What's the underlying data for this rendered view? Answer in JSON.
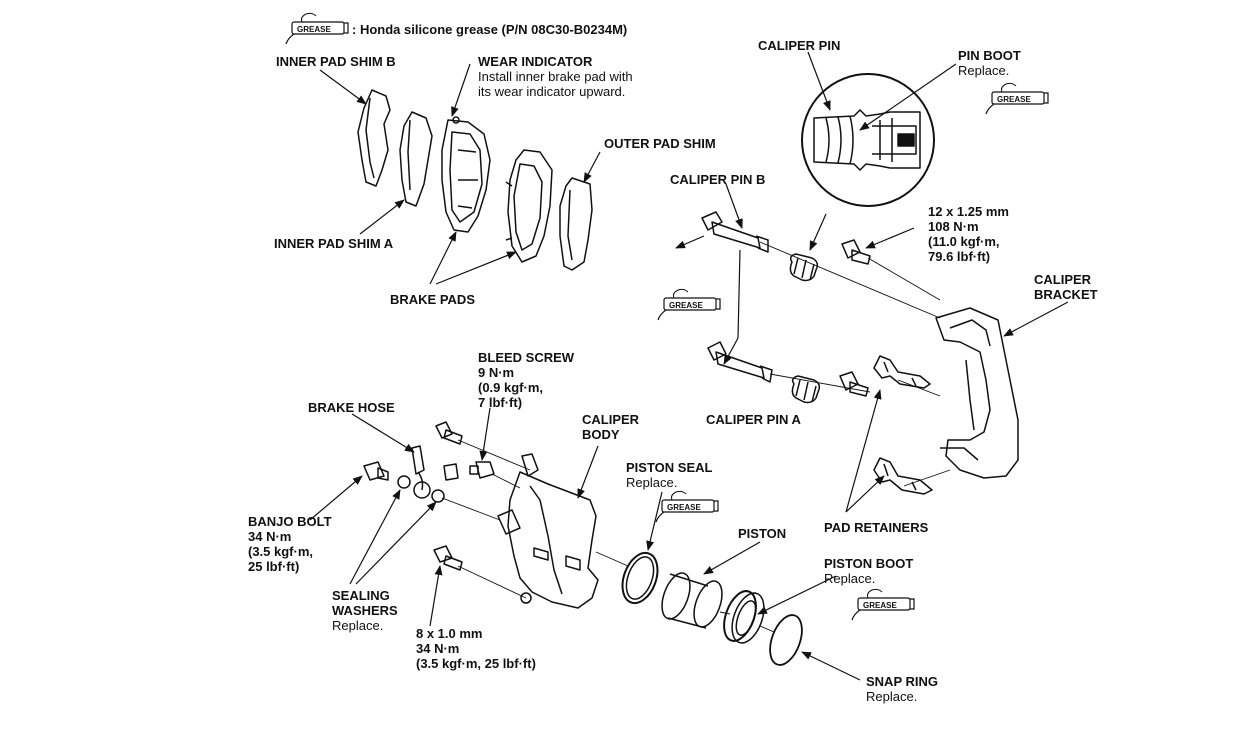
{
  "legend": {
    "grease_tag": "GREASE",
    "text": ": Honda silicone grease (P/N 08C30-B0234M)"
  },
  "labels": {
    "inner_pad_shim_b": {
      "name": "INNER PAD SHIM B"
    },
    "wear_indicator": {
      "name": "WEAR INDICATOR",
      "note1": "Install inner brake pad with",
      "note2": "its wear indicator upward."
    },
    "outer_pad_shim": {
      "name": "OUTER PAD SHIM"
    },
    "inner_pad_shim_a": {
      "name": "INNER PAD SHIM A"
    },
    "brake_pads": {
      "name": "BRAKE PADS"
    },
    "caliper_pin": {
      "name": "CALIPER PIN"
    },
    "pin_boot": {
      "name": "PIN BOOT",
      "note": "Replace."
    },
    "caliper_pin_b": {
      "name": "CALIPER PIN B"
    },
    "bolt_spec_12": {
      "line1": "12 x 1.25 mm",
      "line2": "108 N·m",
      "line3": "(11.0 kgf·m,",
      "line4": "79.6 lbf·ft)"
    },
    "caliper_bracket": {
      "line1": "CALIPER",
      "line2": "BRACKET"
    },
    "bleed_screw": {
      "name": "BLEED SCREW",
      "line2": "9 N·m",
      "line3": "(0.9 kgf·m,",
      "line4": "7 lbf·ft)"
    },
    "brake_hose": {
      "name": "BRAKE HOSE"
    },
    "caliper_body": {
      "line1": "CALIPER",
      "line2": "BODY"
    },
    "caliper_pin_a": {
      "name": "CALIPER PIN A"
    },
    "piston_seal": {
      "name": "PISTON SEAL",
      "note": "Replace."
    },
    "piston": {
      "name": "PISTON"
    },
    "pad_retainers": {
      "name": "PAD RETAINERS"
    },
    "banjo_bolt": {
      "name": "BANJO BOLT",
      "line2": "34 N·m",
      "line3": "(3.5 kgf·m,",
      "line4": "25 lbf·ft)"
    },
    "sealing_washers": {
      "line1": "SEALING",
      "line2": "WASHERS",
      "note": "Replace."
    },
    "bolt_spec_8": {
      "line1": "8 x 1.0 mm",
      "line2": "34 N·m",
      "line3": "(3.5 kgf·m, 25 lbf·ft)"
    },
    "piston_boot": {
      "name": "PISTON BOOT",
      "note": "Replace."
    },
    "snap_ring": {
      "name": "SNAP RING",
      "note": "Replace."
    }
  }
}
